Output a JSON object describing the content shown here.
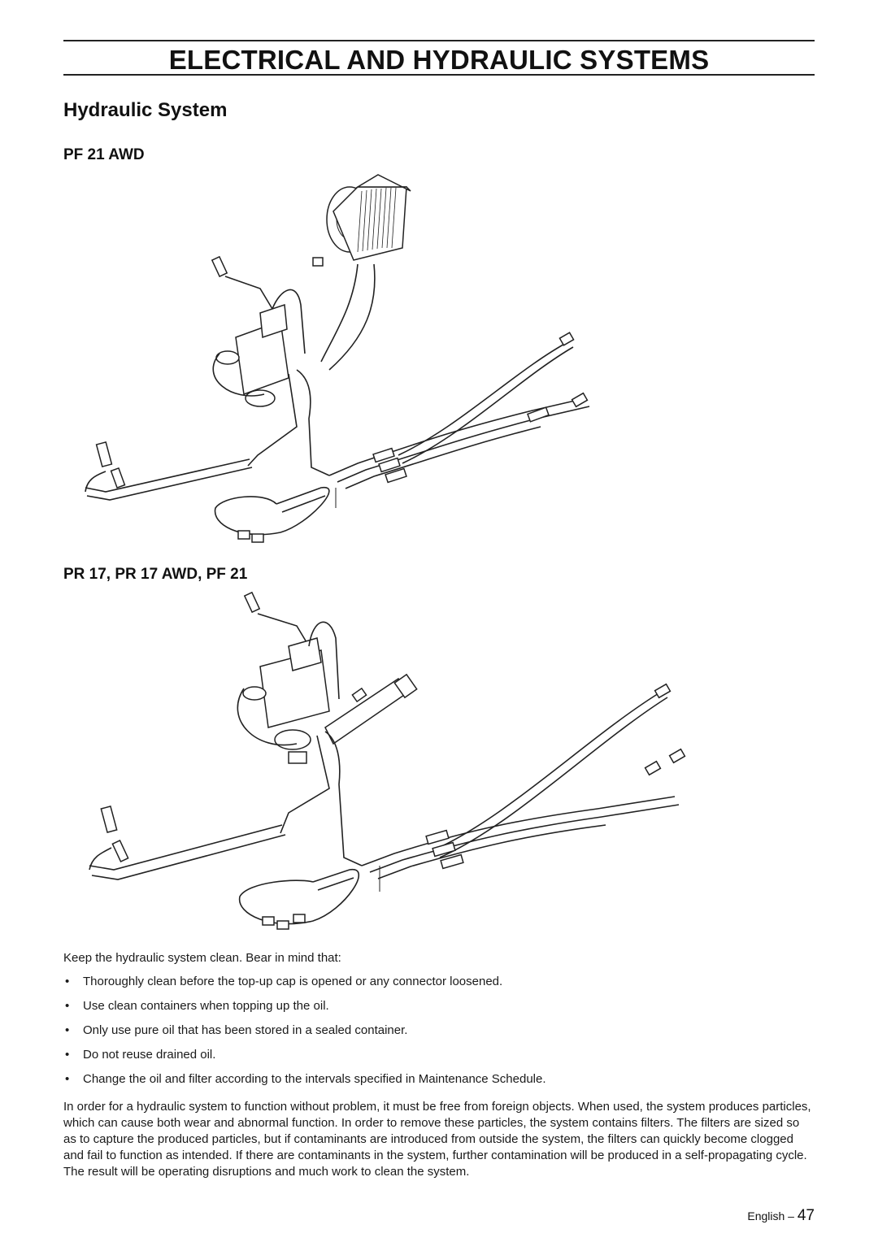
{
  "header": {
    "chapter_title": "ELECTRICAL AND HYDRAULIC SYSTEMS"
  },
  "section": {
    "title": "Hydraulic System"
  },
  "figures": [
    {
      "caption": "PF 21 AWD"
    },
    {
      "caption": "PR 17, PR 17 AWD, PF 21"
    }
  ],
  "intro": "Keep the hydraulic system clean. Bear in mind that:",
  "bullets": [
    "Thoroughly clean before the top-up cap is opened or any connector loosened.",
    "Use clean containers when topping up the oil.",
    "Only use pure oil that has been stored in a sealed container.",
    "Do not reuse drained oil.",
    "Change the oil and filter according to the intervals specified in Maintenance Schedule."
  ],
  "paragraph": "In order for a hydraulic system to function without problem, it must be free from foreign objects. When used, the system produces particles, which can cause both wear and abnormal function. In order to remove these particles, the system contains filters. The filters are sized so as to capture the produced particles, but if contaminants are introduced from outside the system, the filters can quickly become clogged and fail to function as intended. If there are contaminants in the system, further contamination will be produced in a self-propagating cycle. The result will be operating disruptions and much work to clean the system.",
  "footer": {
    "language": "English",
    "separator": "–",
    "page_number": "47"
  }
}
